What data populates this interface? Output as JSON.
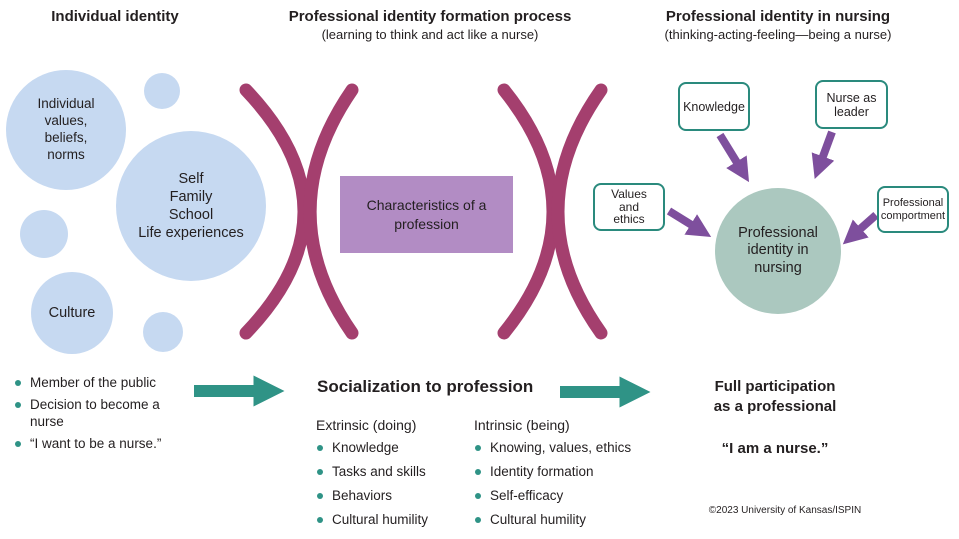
{
  "headers": {
    "individual": {
      "title": "Individual identity"
    },
    "formation": {
      "title": "Professional identity formation process",
      "subtitle": "(learning to think and act like a nurse)"
    },
    "nursing": {
      "title": "Professional identity in nursing",
      "subtitle": "(thinking-acting-feeling—being a nurse)"
    }
  },
  "left_circles": {
    "values_lines": [
      "Individual",
      "values,",
      "beliefs,",
      "norms"
    ],
    "self_lines": [
      "Self",
      "Family",
      "School",
      "Life experiences"
    ],
    "culture": "Culture"
  },
  "middle": {
    "characteristics_lines": [
      "Characteristics of a",
      "profession"
    ]
  },
  "right": {
    "boxes": {
      "knowledge": "Knowledge",
      "nurse_leader_lines": [
        "Nurse as",
        "leader"
      ],
      "values_ethics_lines": [
        "Values",
        "and",
        "ethics"
      ],
      "comportment_lines": [
        "Professional",
        "comportment"
      ]
    },
    "center_lines": [
      "Professional",
      "identity in",
      "nursing"
    ]
  },
  "bottom": {
    "pre": {
      "items": [
        "Member of the public",
        "Decision to become a nurse",
        "“I want to be a nurse.”"
      ]
    },
    "socialization": {
      "title": "Socialization to profession",
      "extrinsic": {
        "title": "Extrinsic (doing)",
        "items": [
          "Knowledge",
          "Tasks and skills",
          "Behaviors",
          "Cultural humility"
        ]
      },
      "intrinsic": {
        "title": "Intrinsic (being)",
        "items": [
          "Knowing, values, ethics",
          "Identity formation",
          "Self-efficacy",
          "Cultural humility"
        ]
      }
    },
    "post": {
      "lines": [
        "Full participation",
        "as a professional"
      ],
      "quote": "“I am a nurse.”"
    },
    "copyright": "©2023 University of Kansas/ISPIN"
  },
  "colors": {
    "circle_blue": "#c6d9f1",
    "curve_magenta": "#a43f6e",
    "box_purple": "#b28cc4",
    "arrow_purple": "#7e4f9d",
    "teal": "#2f9386",
    "box_border_teal": "#2a8a7d",
    "circle_sage": "#abc8bf",
    "text": "#231f20"
  }
}
